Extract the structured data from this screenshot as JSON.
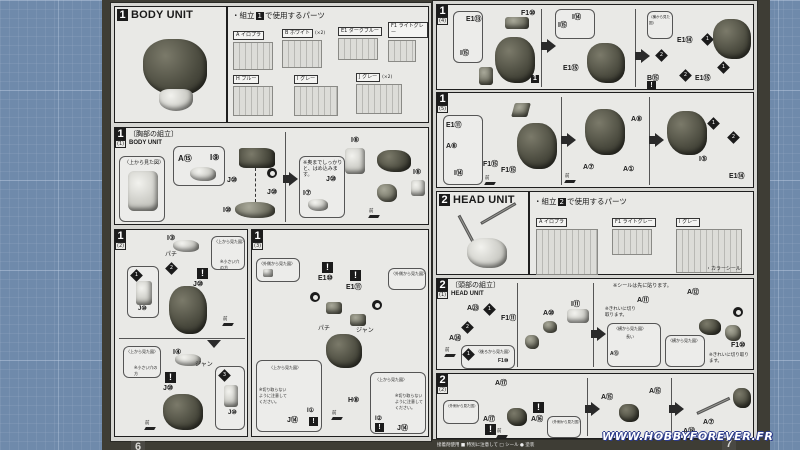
{
  "watermark": "WWW.HOBBYFOREVER.FR",
  "left_page": {
    "page_number": "6",
    "body_unit": {
      "step_number": "1",
      "title": "BODY UNIT",
      "parts_heading_prefix": "・組立",
      "parts_heading_step": "1",
      "parts_heading_suffix": "で使用するパーツ",
      "runners": [
        {
          "label": "A イロプラ",
          "qty": ""
        },
        {
          "label": "B ホワイト",
          "qty": "(×2)"
        },
        {
          "label": "E1 ダークブルー",
          "qty": ""
        },
        {
          "label": "F1 ライトグレー",
          "qty": ""
        },
        {
          "label": "H ブルー",
          "qty": ""
        },
        {
          "label": "I グレー",
          "qty": ""
        },
        {
          "label": "J グレー",
          "qty": "(×2)"
        }
      ]
    },
    "step_1_1": {
      "step_number": "1",
      "sub": "(1)",
      "heading": "〔胸部の組立〕",
      "subtitle": "BODY UNIT",
      "topview_label": "〈上から見た図〉",
      "note": "※奥までしっかりと、はめ込みます。",
      "parts": [
        "A⑮",
        "I⑨",
        "J⑩",
        "J⑩",
        "J⑩",
        "I⑩",
        "J⑩",
        "I⑩",
        "I⑥",
        "I⑦",
        "J⑩",
        "I⑥"
      ],
      "front_label": "前"
    },
    "step_1_2": {
      "step_number": "1",
      "sub": "(2)",
      "top_callout_label": "〈上から見た図〉",
      "top_callout_note": "※小さい穴の方",
      "parts": [
        "I③",
        "J⑩",
        "J⑩",
        "I④",
        "J⑩",
        "J⑩"
      ],
      "side_labels": [
        "パチ",
        "ジャン"
      ],
      "front_label": "前"
    },
    "step_1_3": {
      "step_number": "1",
      "sub": "(3)",
      "outside_view_left": "〈外側から見た図〉",
      "outside_view_right": "〈外側から見た図〉",
      "topview_left": "〈上から見た図〉",
      "topview_right": "〈上から見た図〉",
      "caution_note": "※切り取らないように注意してください。",
      "parts": [
        "E1⑩",
        "E1⑪",
        "H⑧",
        "I①",
        "J⑭",
        "I②",
        "J⑭"
      ],
      "side_labels": [
        "パチ",
        "ジャン"
      ],
      "front_label": "前"
    }
  },
  "right_page": {
    "page_number": "7",
    "step_1_4": {
      "step_number": "1",
      "sub": "(4)",
      "parts": [
        "E1⑬",
        "F1⑩",
        "I⑮",
        "I⑭",
        "I⑮",
        "E1⑮",
        "E1⑭",
        "E1⑮",
        "B⑮"
      ],
      "topview_label": "〈横から見た図〉",
      "ref_step": "1",
      "ref_sub": "(3)"
    },
    "step_1_5": {
      "step_number": "1",
      "sub": "(5)",
      "parts": [
        "E1⑪",
        "A⑥",
        "I⑭",
        "F1⑮",
        "F1⑮",
        "A⑧",
        "A⑦",
        "A①",
        "I⑤",
        "E1⑭"
      ],
      "front_label": "前"
    },
    "head_unit": {
      "step_number": "2",
      "title": "HEAD UNIT",
      "parts_heading_prefix": "・組立",
      "parts_heading_step": "2",
      "parts_heading_suffix": "で使用するパーツ",
      "runners": [
        {
          "label": "A イロプラ",
          "qty": ""
        },
        {
          "label": "F1 ライトグレー",
          "qty": ""
        },
        {
          "label": "I グレー",
          "qty": ""
        }
      ],
      "sticker_label": "・カラーシール"
    },
    "step_2_1": {
      "step_number": "2",
      "sub": "(1)",
      "heading": "〔頭部の組立〕",
      "subtitle": "HEAD UNIT",
      "sticker_note": "※シールは先に貼ります。",
      "clean_cut_note": "※きれいに切り取ります。",
      "back_view": "〈後ろから見た図〉",
      "side_view": "〈横から見た図〉",
      "side_view_2": "〈横から見た図〉",
      "long_label": "長い",
      "sticker_nums": [
        "1",
        "2",
        "3"
      ],
      "parts": [
        "A㉓",
        "F1⑪",
        "A㉔",
        "A⑩",
        "I⑪",
        "A⑪",
        "A⑫",
        "A⑬",
        "F1⑩"
      ],
      "front_label": "前"
    },
    "step_2_2": {
      "step_number": "2",
      "sub": "(2)",
      "outside_view_left": "〈外側から見た図〉",
      "outside_view_right": "〈外側から見た図〉",
      "parts": [
        "A⑰",
        "A⑰",
        "A⑯",
        "A⑮",
        "A⑮",
        "A⑦",
        "A③",
        "A⑱"
      ],
      "front_label": "前"
    },
    "legend": [
      "接着剤使用",
      "特別に注意して",
      "シール",
      "塗装"
    ]
  }
}
